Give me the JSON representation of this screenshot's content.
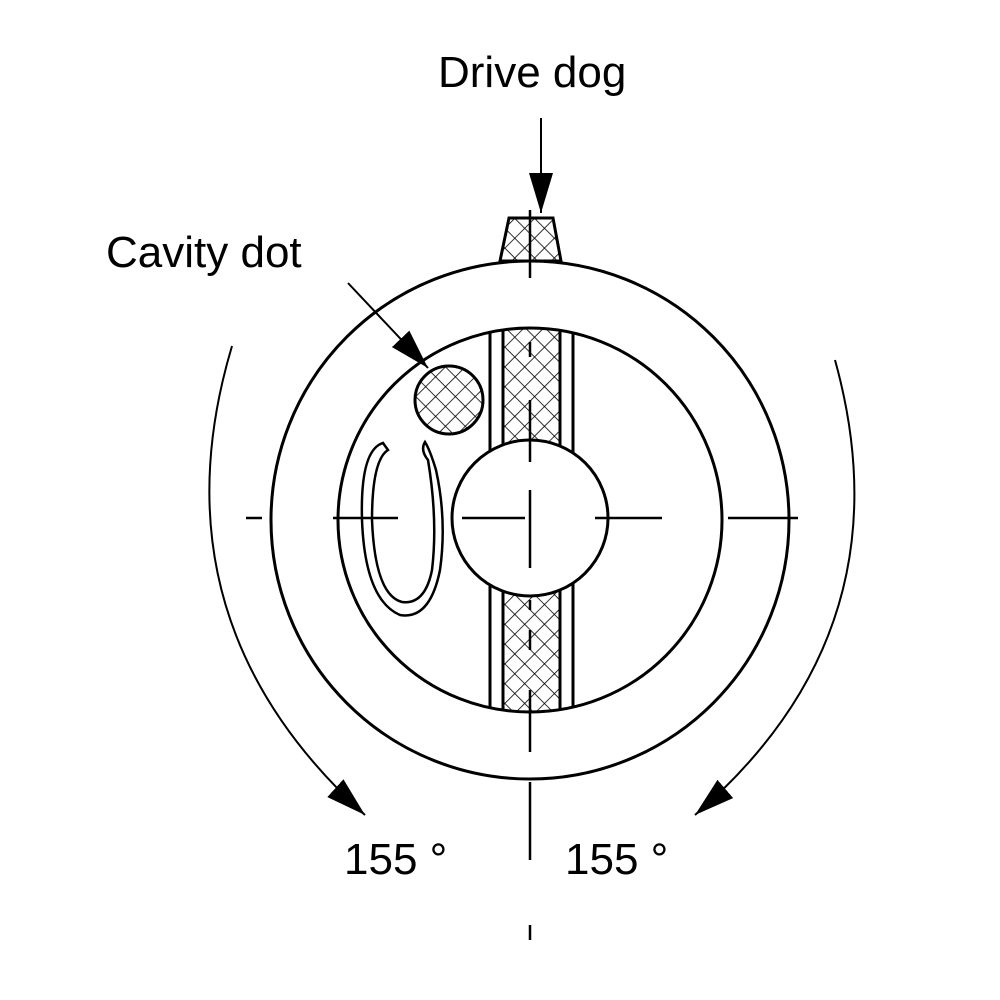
{
  "labels": {
    "drive_dog": "Drive dog",
    "cavity_dot": "Cavity dot",
    "angle_left": "155 °",
    "angle_right": "155 °"
  },
  "colors": {
    "line": "#000000",
    "background": "#ffffff"
  }
}
